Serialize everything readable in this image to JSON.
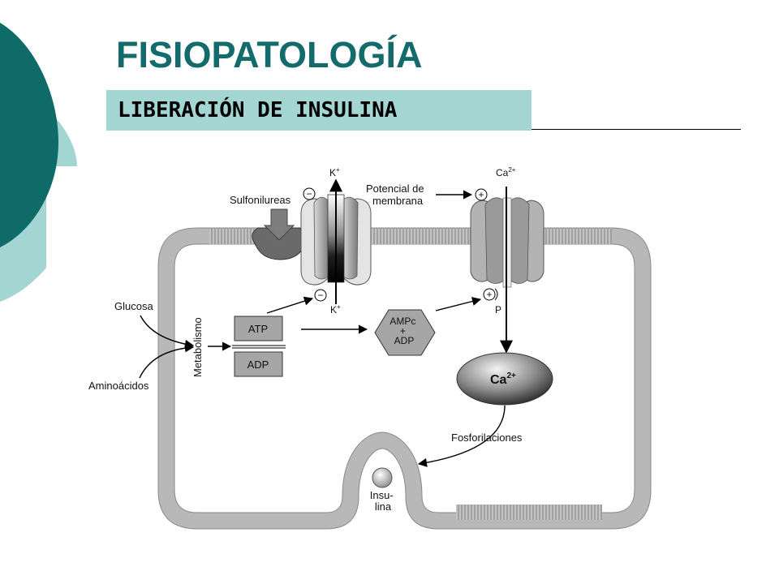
{
  "slide": {
    "title": "FISIOPATOLOGÍA",
    "subtitle": "LIBERACIÓN DE INSULINA"
  },
  "colors": {
    "title": "#136b6b",
    "subtitle_band": "#a3d5d2",
    "decor_dark": "#0f6b68",
    "decor_light": "#a3d5d2",
    "membrane": "#c2c2c2"
  },
  "diagram": {
    "labels": {
      "sulfonylureas": "Sulfonilureas",
      "membrane_potential": [
        "Potencial de",
        "membrana"
      ],
      "glucose": "Glucosa",
      "amino_acids": "Aminoácidos",
      "metabolism": "Metabolismo",
      "atp": "ATP",
      "adp": "ADP",
      "camp": [
        "AMPc",
        "+",
        "ADP"
      ],
      "calcium_store": "Ca",
      "calcium_store_sup": "2+",
      "phosphorylations": "Fosforilaciones",
      "insulin": [
        "Insu-",
        "lina"
      ],
      "k_top": "K",
      "k_bottom": "K",
      "k_sup": "+",
      "ca_top": "Ca",
      "ca_top_sup": "2+",
      "p": "P"
    },
    "signs": {
      "sulfonylurea_inhibit": "−",
      "k_channel_inhibit": "−",
      "ca_channel_activate_top": "+",
      "ca_channel_activate_bottom": "+"
    },
    "icons": [
      "k-atp-channel-icon",
      "calcium-channel-icon",
      "sulfonylurea-arrow-icon",
      "receptor-icon",
      "camp-hexagon-icon",
      "calcium-store-icon",
      "insulin-granule-icon"
    ]
  }
}
